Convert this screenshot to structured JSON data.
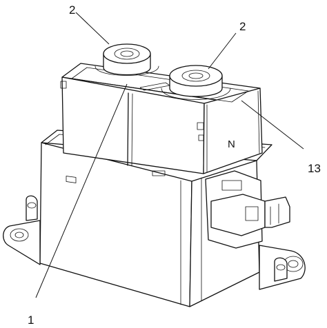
{
  "labels": {
    "terminal_left": "2",
    "terminal_right": "2",
    "housing": "1",
    "connector": "13"
  },
  "marking": "N"
}
